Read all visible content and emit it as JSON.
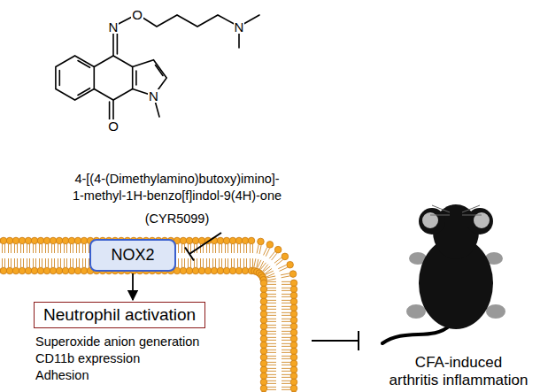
{
  "diagram": {
    "nodes": [
      {
        "text": [
          "NOX2"
        ]
      },
      {
        "text": [
          "Neutrophil activation"
        ]
      }
    ],
    "edges": [
      {
        "from": 0,
        "to": 1,
        "arrow": "to"
      }
    ],
    "labels": [
      "N",
      "O",
      "N",
      "N",
      "O",
      "4-[(4-(Dimethylamino)butoxy)imino]-",
      "1-methyl-1H-benzo[f]indol-9(4H)-one",
      "(CYR5099)",
      "Superoxide anion generation",
      "CD11b expression",
      "Adhesion",
      "CFA-induced",
      "arthritis inflammation"
    ]
  }
}
